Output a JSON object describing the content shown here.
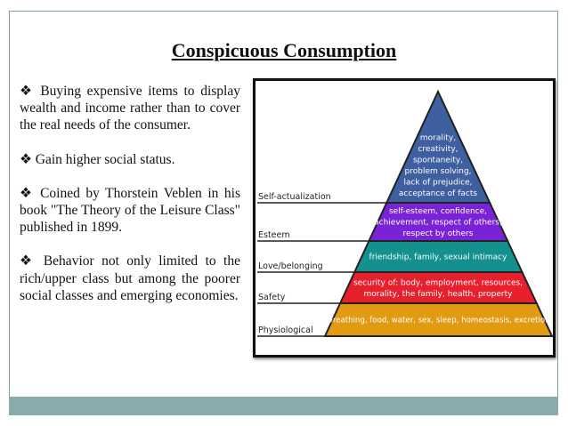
{
  "slide": {
    "title": "Conspicuous Consumption",
    "bullet_icon": "diamond-bullet-icon",
    "bullets": [
      "Buying expensive items to display wealth and income rather than to cover the real needs of the consumer.",
      "Gain higher social status.",
      "Coined by Thorstein Veblen in his book \"The Theory of the Leisure Class\" published in 1899.",
      "Behavior not only limited to the rich/upper class but among the poorer social classes and emerging economies."
    ],
    "footer_color": "#8aabab"
  },
  "pyramid": {
    "levels": [
      {
        "label": "Self-actualization",
        "color": "#3e5fa0",
        "lines": [
          "morality,",
          "creativity,",
          "spontaneity,",
          "problem solving,",
          "lack of prejudice,",
          "acceptance of facts"
        ]
      },
      {
        "label": "Esteem",
        "color": "#7a22d6",
        "lines": [
          "self-esteem, confidence,",
          "achievement, respect of others,",
          "respect by others"
        ]
      },
      {
        "label": "Love/belonging",
        "color": "#14918e",
        "lines": [
          "friendship, family, sexual intimacy"
        ]
      },
      {
        "label": "Safety",
        "color": "#e8202e",
        "lines": [
          "security of: body, employment, resources,",
          "morality, the family, health, property"
        ]
      },
      {
        "label": "Physiological",
        "color": "#e29a12",
        "lines": [
          "breathing, food, water, sex, sleep, homeostasis, excretion"
        ]
      }
    ]
  }
}
